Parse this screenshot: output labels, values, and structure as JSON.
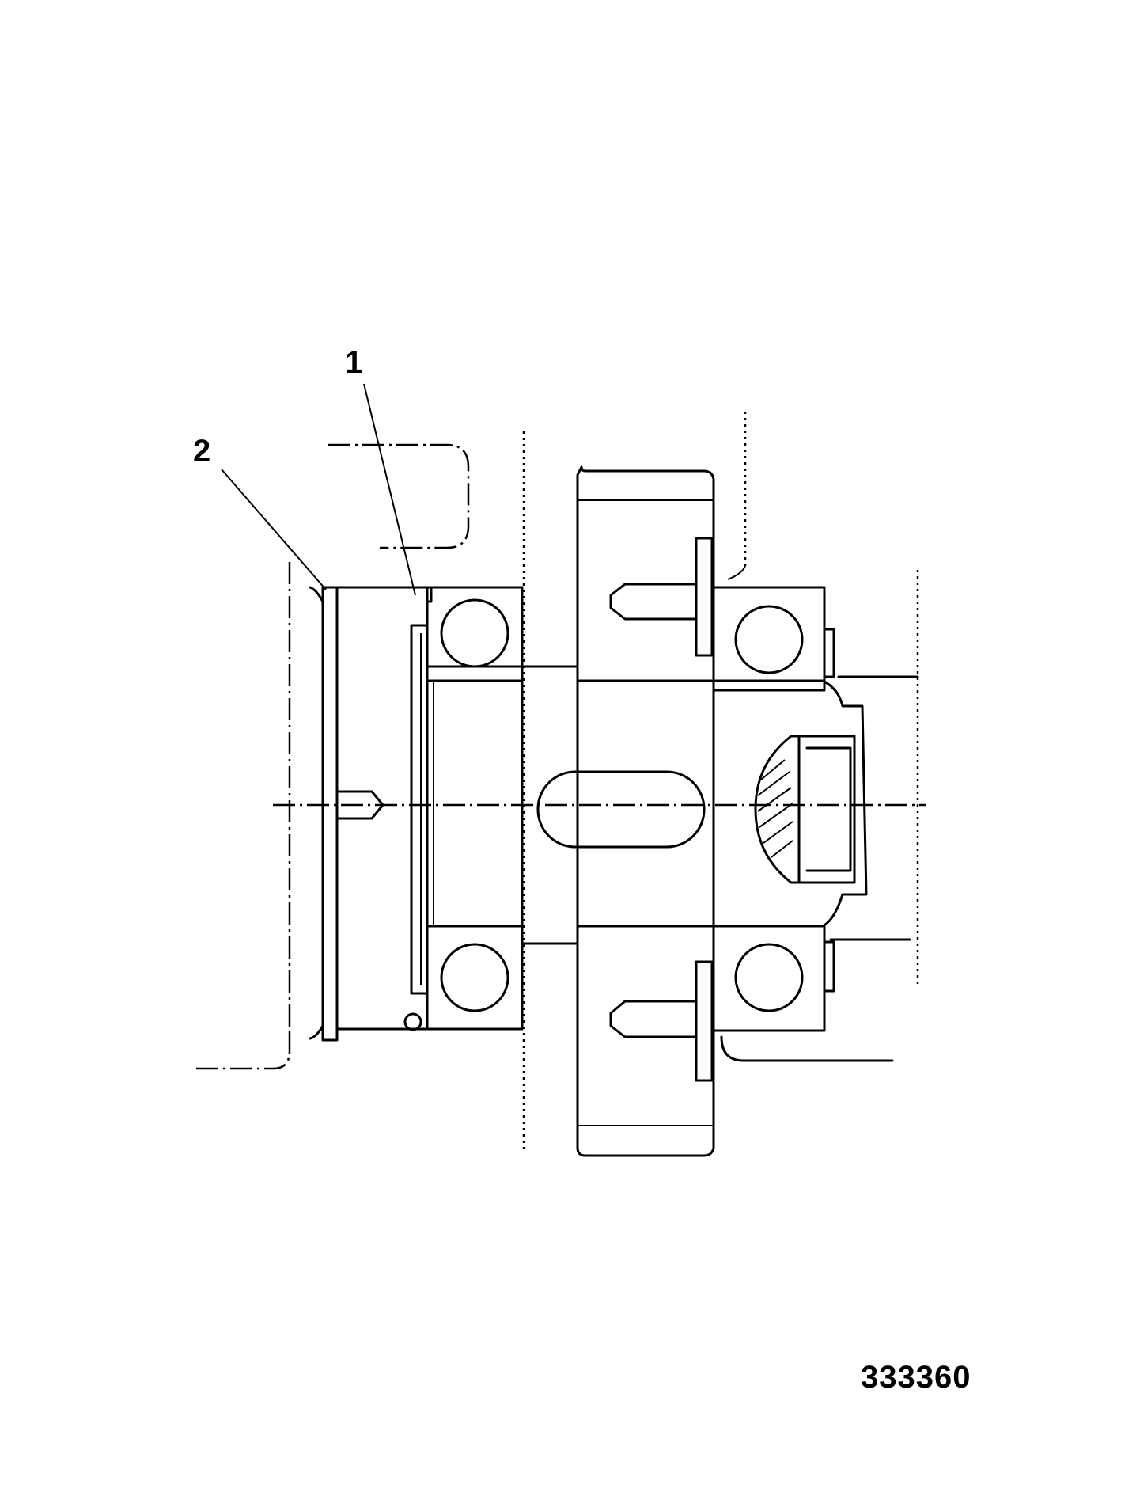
{
  "callouts": [
    {
      "label": "1"
    },
    {
      "label": "2"
    }
  ],
  "figure_number": "333360",
  "colors": {
    "ink": "#000000",
    "paper": "#ffffff"
  }
}
